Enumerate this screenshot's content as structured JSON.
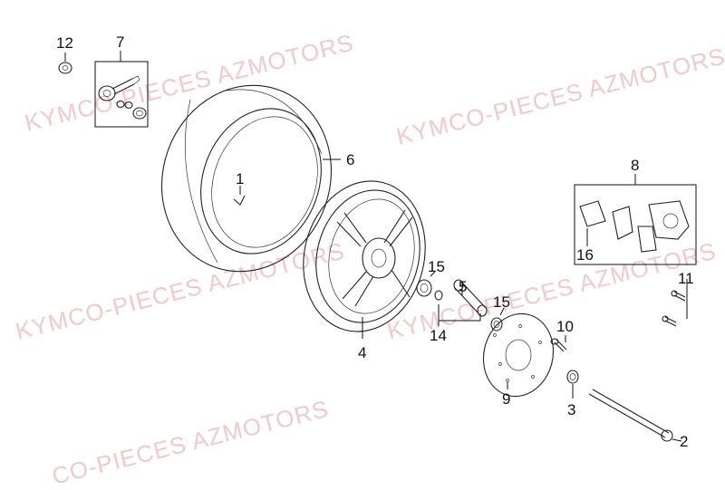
{
  "watermark": {
    "line_1": "KYMCO-PIECES AZMOTORS",
    "line_2": "KYMCO-PIECES AZMOTORS",
    "line_3": "KYMCO-PIECES AZMOTORS",
    "line_4": "KYMCO-PIECES AZMOTORS",
    "line_5": "CO-PIECES AZMOTORS"
  },
  "callouts": {
    "c1": "1",
    "c2": "2",
    "c3": "3",
    "c4": "4",
    "c5": "5",
    "c6": "6",
    "c7": "7",
    "c8": "8",
    "c9": "9",
    "c10": "10",
    "c11": "11",
    "c12": "12",
    "c14": "14",
    "c15a": "15",
    "c15b": "15",
    "c16": "16"
  }
}
